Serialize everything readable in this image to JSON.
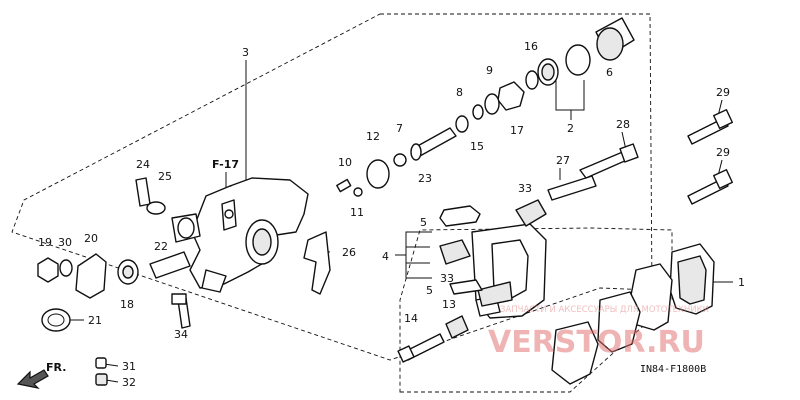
{
  "diagram": {
    "reference_label": "F-17",
    "direction_label": "FR.",
    "diagram_code": "IN84-F1800B",
    "watermark": {
      "small": "ЗАПЧАСТИ И АКСЕССУАРЫ ДЛЯ МОТОТЕХНИКИ",
      "big": "VERSTOR.RU"
    },
    "callouts": [
      {
        "id": "c1",
        "text": "1"
      },
      {
        "id": "c2",
        "text": "2"
      },
      {
        "id": "c3",
        "text": "3"
      },
      {
        "id": "c4",
        "text": "4"
      },
      {
        "id": "c5a",
        "text": "5"
      },
      {
        "id": "c5b",
        "text": "5"
      },
      {
        "id": "c6",
        "text": "6"
      },
      {
        "id": "c7",
        "text": "7"
      },
      {
        "id": "c8",
        "text": "8"
      },
      {
        "id": "c9",
        "text": "9"
      },
      {
        "id": "c10",
        "text": "10"
      },
      {
        "id": "c11",
        "text": "11"
      },
      {
        "id": "c12",
        "text": "12"
      },
      {
        "id": "c13",
        "text": "13"
      },
      {
        "id": "c14",
        "text": "14"
      },
      {
        "id": "c15",
        "text": "15"
      },
      {
        "id": "c16",
        "text": "16"
      },
      {
        "id": "c17",
        "text": "17"
      },
      {
        "id": "c18",
        "text": "18"
      },
      {
        "id": "c19",
        "text": "19"
      },
      {
        "id": "c20",
        "text": "20"
      },
      {
        "id": "c21",
        "text": "21"
      },
      {
        "id": "c22",
        "text": "22"
      },
      {
        "id": "c23",
        "text": "23"
      },
      {
        "id": "c24",
        "text": "24"
      },
      {
        "id": "c25",
        "text": "25"
      },
      {
        "id": "c26",
        "text": "26"
      },
      {
        "id": "c27",
        "text": "27"
      },
      {
        "id": "c28",
        "text": "28"
      },
      {
        "id": "c29a",
        "text": "29"
      },
      {
        "id": "c29b",
        "text": "29"
      },
      {
        "id": "c30",
        "text": "30"
      },
      {
        "id": "c31",
        "text": "31"
      },
      {
        "id": "c32",
        "text": "32"
      },
      {
        "id": "c33a",
        "text": "33"
      },
      {
        "id": "c33b",
        "text": "33"
      },
      {
        "id": "c34",
        "text": "34"
      }
    ]
  }
}
